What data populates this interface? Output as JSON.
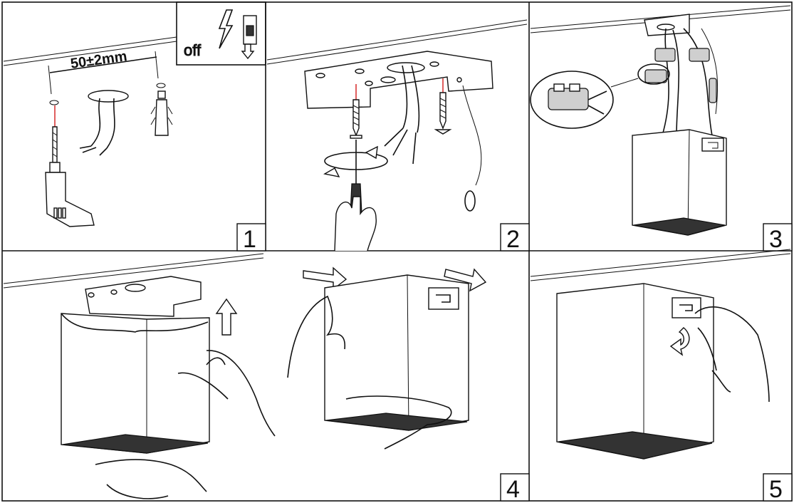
{
  "steps": [
    {
      "number": "1"
    },
    {
      "number": "2"
    },
    {
      "number": "3"
    },
    {
      "number": "4"
    },
    {
      "number": "5"
    }
  ],
  "step1": {
    "dimension_label": "50±2mm",
    "power_off_label": "off"
  }
}
